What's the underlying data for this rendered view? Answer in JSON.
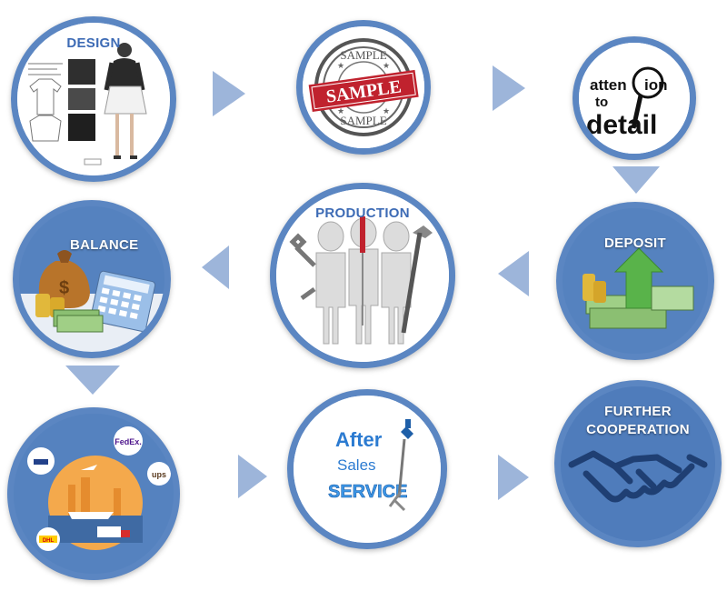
{
  "steps": {
    "design": {
      "label": "DESIGN"
    },
    "sample": {
      "stamp_main": "SAMPLE",
      "stamp_ring_top": "SAMPLE",
      "stamp_ring_bottom": "SAMPLE"
    },
    "attention": {
      "line1": "atten",
      "line1_tail": "ion",
      "line2": "to",
      "line3": "detail"
    },
    "deposit": {
      "label": "DEPOSIT"
    },
    "production": {
      "label": "PRODUCTION"
    },
    "balance": {
      "label": "BALANCE"
    },
    "shipping": {
      "fedex": "FedEx.",
      "ups": "ups",
      "dhl": "DHL"
    },
    "after_sales": {
      "line1": "After",
      "line2": "Sales",
      "line3": "SERVICE"
    },
    "further": {
      "line1": "FURTHER",
      "line2": "COOPERATION"
    }
  },
  "colors": {
    "ring": "#5b86c2",
    "arrow": "#9db5da",
    "title_blue": "#3d6bb5"
  },
  "icons": {
    "design": "fashion-sketch-icon",
    "sample": "sample-stamp-icon",
    "attention": "magnifier-icon",
    "deposit": "money-arrow-icon",
    "production": "workers-with-tools-icon",
    "balance": "money-calculator-icon",
    "shipping": "delivery-icon",
    "after_sales": "screwdriver-icon",
    "further": "handshake-icon"
  }
}
